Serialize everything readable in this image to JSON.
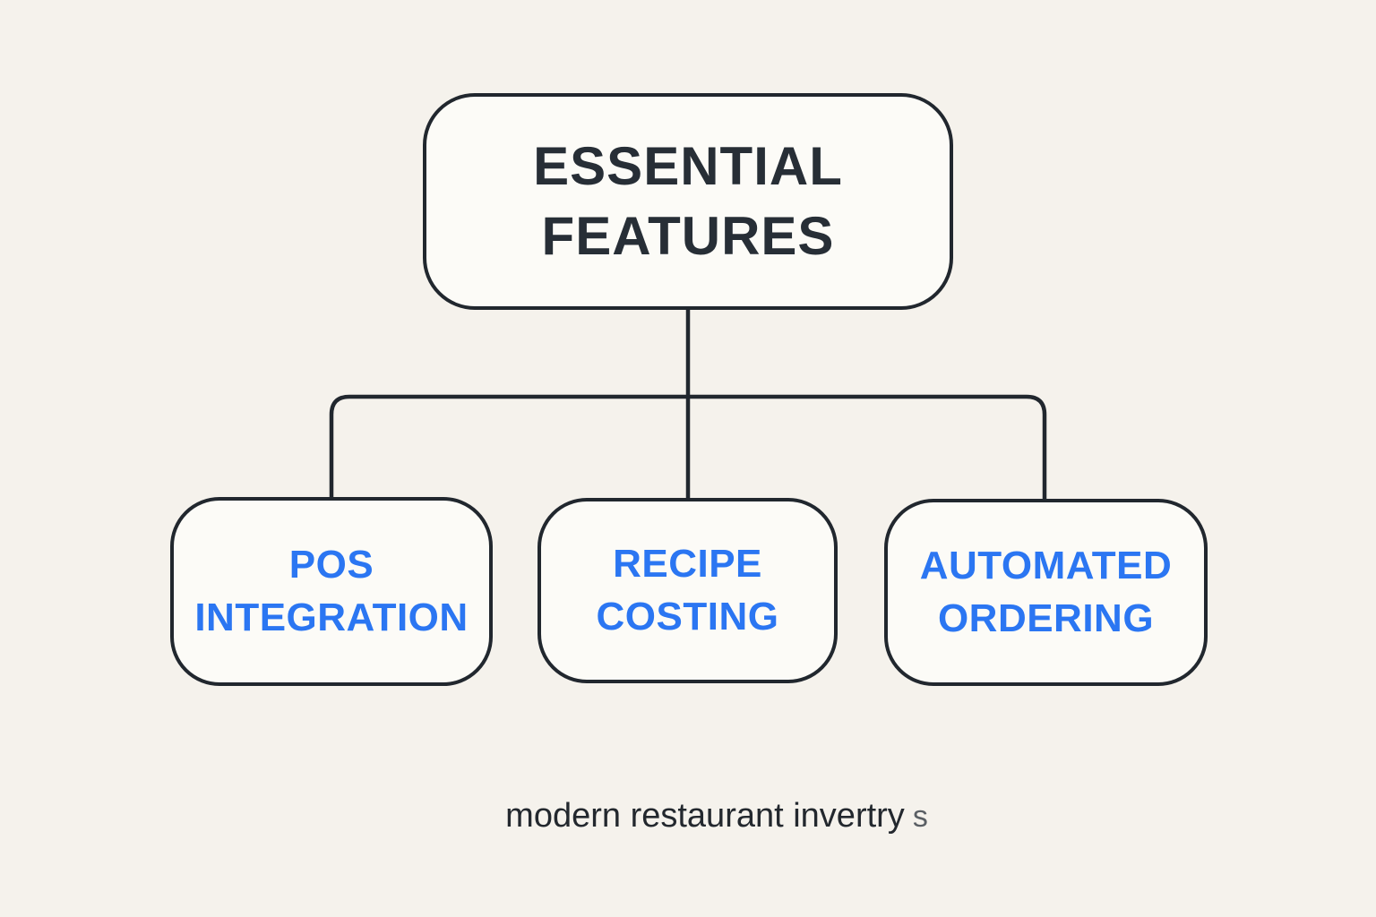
{
  "diagram": {
    "title_node": {
      "label": "ESSENTIAL\nFEATURES",
      "text_color": "#272e36"
    },
    "children": [
      {
        "label": "POS\nINTEGRATION"
      },
      {
        "label": "RECIPE\nCOSTING"
      },
      {
        "label": "AUTOMATED\nORDERING"
      }
    ],
    "colors": {
      "background": "#f5f2ec",
      "node_fill": "#fcfbf7",
      "line": "#21272e",
      "child_text": "#2b76f2"
    }
  },
  "caption": {
    "text": "modern restaurant invertry",
    "suffix": "s"
  }
}
